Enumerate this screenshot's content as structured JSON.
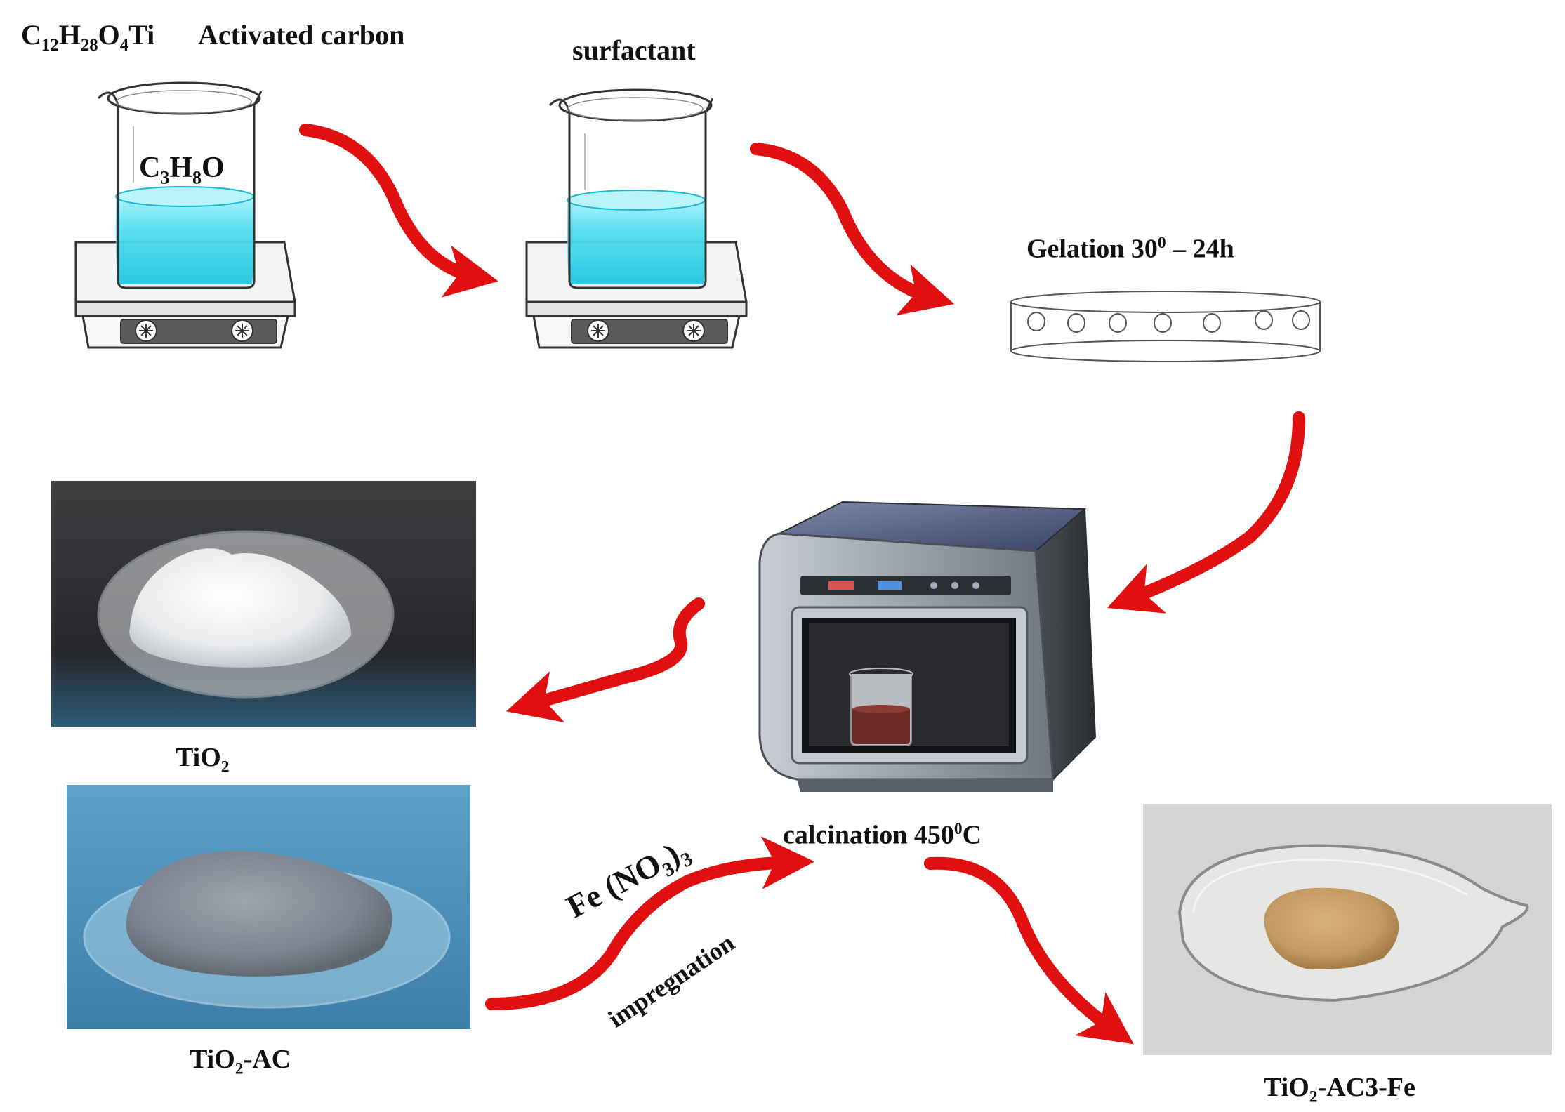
{
  "labels": {
    "reagent_a": {
      "pre": "C",
      "s1": "12",
      "m1": "H",
      "s2": "28",
      "m2": "O",
      "s3": "4",
      "post": "Ti"
    },
    "reagent_b": "Activated carbon",
    "solvent": {
      "pre": "C",
      "s1": "3",
      "m1": "H",
      "s2": "8",
      "post": "O"
    },
    "surfactant": "surfactant",
    "gelation": {
      "pre": "Gelation  30",
      "sup": "0",
      "post": " – 24h"
    },
    "calcination": {
      "pre": "calcination 450",
      "sup": "0",
      "post": "C"
    },
    "tio2": {
      "pre": "TiO",
      "sub": "2"
    },
    "tio2_ac": {
      "pre": "TiO",
      "sub": "2",
      "post": "-AC"
    },
    "tio2_ac3fe": {
      "pre": "TiO",
      "sub": "2",
      "post": "-AC3-Fe"
    },
    "fe_nitrate": {
      "pre": "Fe (NO",
      "sub": "3",
      "post": ")",
      "sub2": "3"
    },
    "impregnation": "impregnation"
  },
  "colors": {
    "arrow": "#e01010",
    "liquid": "#55dff0",
    "photo_dark_bg": "#2c2e30",
    "photo_blue_bg": "#4a8fb8",
    "photo_light_bg": "#d4d4d2",
    "oven_body": "#9aa2aa",
    "sample_brown": "#c49a62"
  }
}
